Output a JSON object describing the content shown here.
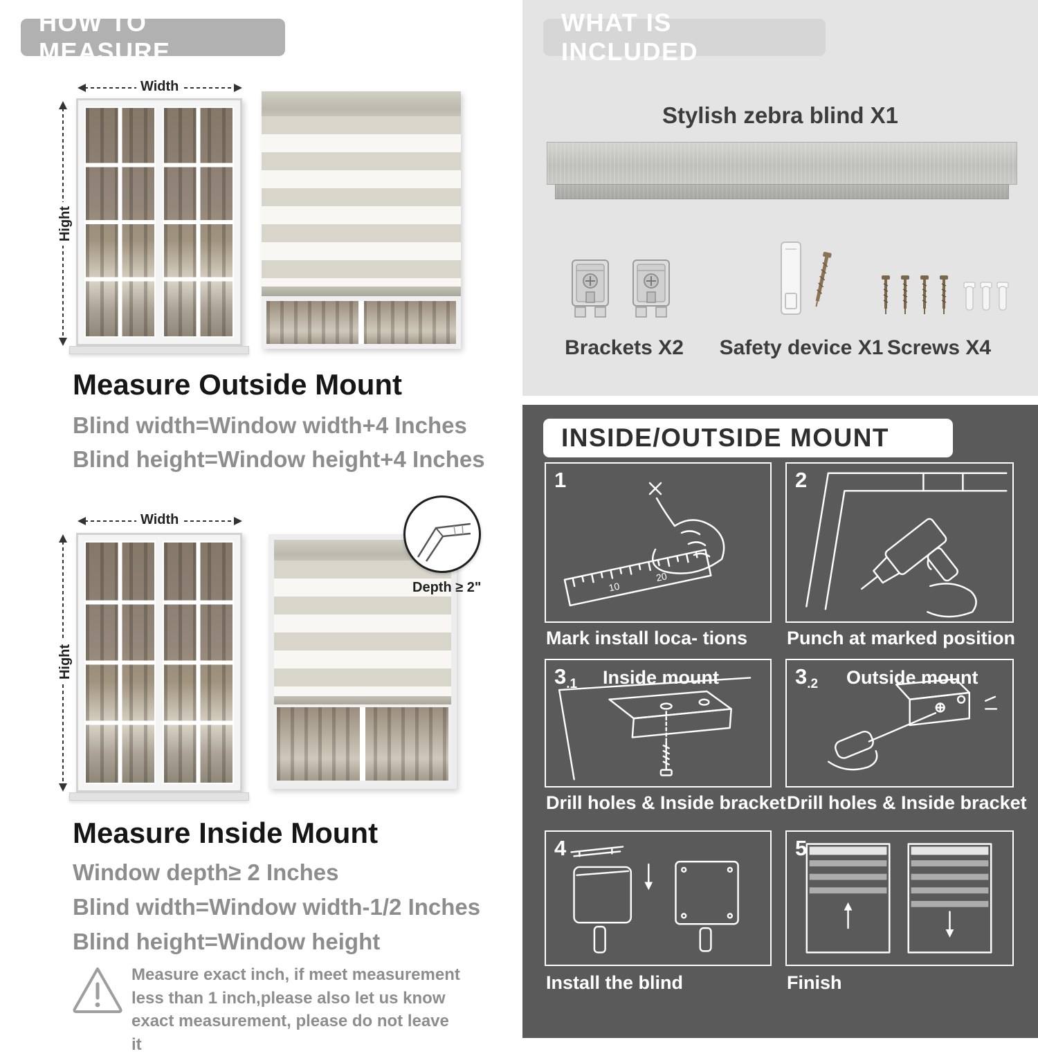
{
  "colors": {
    "left_pill_bg": "#b1b1b1",
    "included_pill_bg": "#d6d6d6",
    "included_section_bg": "#e4e4e4",
    "mount_section_bg": "#5a5a5a",
    "heading_text": "#161616",
    "gray_text": "#8d8d8d",
    "white": "#ffffff"
  },
  "measure": {
    "header": "HOW TO MEASURE",
    "width_label": "Width",
    "height_label": "Hight",
    "outside": {
      "title": "Measure Outside Mount",
      "lines": [
        "Blind width=Window width+4 Inches",
        "Blind height=Window height+4 Inches"
      ]
    },
    "inside": {
      "depth_callout": "Depth ≥ 2\"",
      "title": "Measure Inside Mount",
      "lines": [
        "Window depth≥ 2 Inches",
        "Blind width=Window width-1/2 Inches",
        "Blind height=Window height"
      ]
    },
    "note": "Measure exact inch, if meet measurement less than 1 inch,please also let us know exact measurement, please do not leave it"
  },
  "included": {
    "header": "WHAT IS INCLUDED",
    "product_label": "Stylish zebra blind X1",
    "items": [
      {
        "name": "brackets",
        "label": "Brackets X2"
      },
      {
        "name": "safety-device",
        "label": "Safety device X1"
      },
      {
        "name": "screws",
        "label": "Screws X4"
      }
    ]
  },
  "mount": {
    "header": "INSIDE/OUTSIDE MOUNT",
    "ruler_marks": [
      "10",
      "20"
    ],
    "steps": [
      {
        "num": "1",
        "caption": "Mark install loca- tions"
      },
      {
        "num": "2",
        "caption": "Punch at  marked position"
      },
      {
        "num": "3",
        "sub": ".1",
        "title": "Inside mount",
        "caption": "Drill holes &  Inside bracket"
      },
      {
        "num": "3",
        "sub": ".2",
        "title": "Outside mount",
        "caption": "Drill holes &  Inside bracket"
      },
      {
        "num": "4",
        "caption": "Install the blind"
      },
      {
        "num": "5",
        "caption": "Finish"
      }
    ]
  }
}
